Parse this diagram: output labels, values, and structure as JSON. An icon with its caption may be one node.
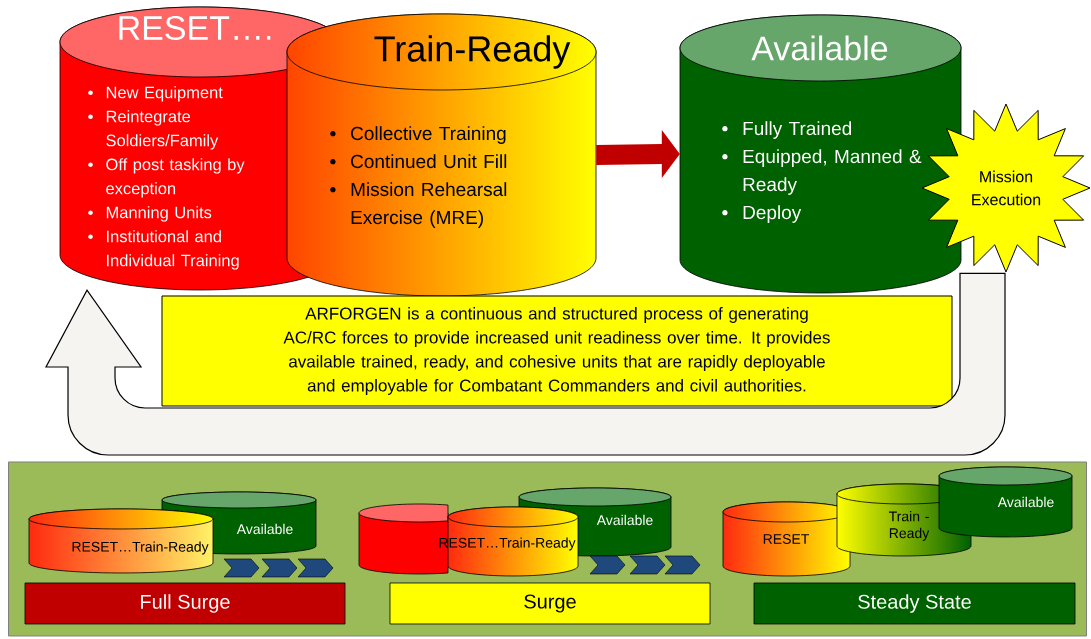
{
  "diagram": {
    "nodes": [
      {
        "text": [
          "RESET….",
          "New Equipment",
          "Reintegrate Soldiers/Family",
          "Off post tasking by exception",
          "Manning Units",
          "Institutional and Individual Training"
        ]
      },
      {
        "text": [
          "Train-Ready",
          "Collective Training",
          "Continued Unit Fill",
          "Mission Rehearsal Exercise (MRE)"
        ]
      },
      {
        "text": [
          "Available",
          "Fully Trained",
          "Equipped, Manned & Ready",
          "Deploy"
        ]
      },
      {
        "text": [
          "Mission Execution"
        ]
      },
      {
        "text": [
          "ARFORGEN is a continuous and structured process of generating AC/RC forces to provide increased unit readiness over time.  It provides available trained, ready, and cohesive units that are rapidly deployable and employable for Combatant Commanders and civil authorities."
        ]
      },
      {
        "text": [],
        "shape": "box"
      },
      {
        "text": [
          "Available"
        ],
        "in": 5
      },
      {
        "text": [
          "RESET…Train-Ready"
        ],
        "in": 5
      },
      {
        "text": [
          "Full Surge"
        ],
        "in": 5
      },
      {
        "text": [],
        "shape": "cylinder",
        "in": 5
      },
      {
        "text": [
          "Available"
        ],
        "in": 5
      },
      {
        "text": [
          "RESET…Train-Ready"
        ],
        "in": 5
      },
      {
        "text": [
          "Surge"
        ],
        "in": 5
      },
      {
        "text": [
          "RESET"
        ],
        "in": 5
      },
      {
        "text": [
          "Train - Ready"
        ],
        "in": 5
      },
      {
        "text": [
          "Available"
        ],
        "in": 5
      },
      {
        "text": [
          "Steady State"
        ],
        "in": 5
      }
    ],
    "edges": [
      {
        "from": 1,
        "to": 2,
        "arrow": "to",
        "color": "#c00000"
      },
      {
        "from": 3,
        "to": 0,
        "arrow": "to",
        "color": "#f5f4f0"
      }
    ]
  }
}
